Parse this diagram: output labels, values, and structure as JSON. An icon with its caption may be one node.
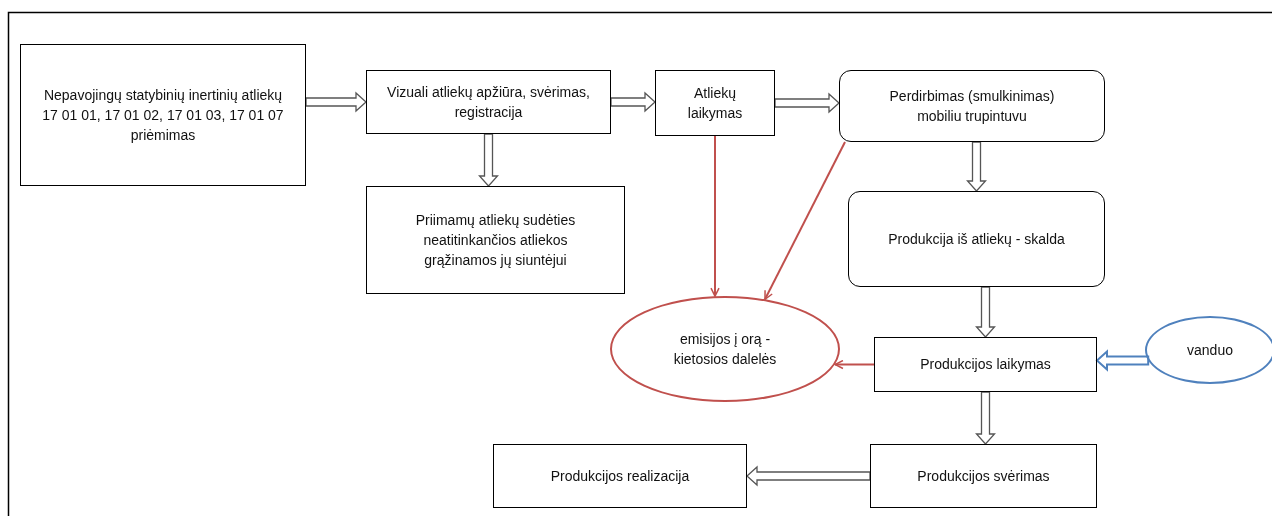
{
  "diagram": {
    "nodes": [
      {
        "text": [
          "Nepavojingų statybinių inertinių atliekų 17 01 01, 17 01 02, 17 01 03, 17 01 07 priėmimas"
        ]
      },
      {
        "text": [
          "Vizuali atliekų apžiūra, svėrimas, registracija"
        ]
      },
      {
        "text": [
          "Priimamų atliekų sudėties neatitinkančios atliekos grąžinamos jų siuntėjui"
        ]
      },
      {
        "text": [
          "Atliekų laikymas"
        ]
      },
      {
        "text": [
          "Perdirbimas (smulkinimas) mobiliu trupintuvu"
        ]
      },
      {
        "text": [
          "Produkcija iš atliekų - skalda"
        ]
      },
      {
        "text": [
          "emisijos į orą - kietosios dalelės"
        ]
      },
      {
        "text": [
          "Produkcijos laikymas"
        ]
      },
      {
        "text": [
          "vanduo"
        ]
      },
      {
        "text": [
          "Produkcijos svėrimas"
        ]
      },
      {
        "text": [
          "Produkcijos realizacija"
        ]
      }
    ],
    "edges": [
      {
        "from": 0,
        "to": 1,
        "arrow": "to",
        "style": "thick"
      },
      {
        "from": 1,
        "to": 3,
        "arrow": "to",
        "style": "thick"
      },
      {
        "from": 1,
        "to": 2,
        "arrow": "to",
        "style": "thick"
      },
      {
        "from": 3,
        "to": 4,
        "arrow": "to",
        "style": "thick"
      },
      {
        "from": 4,
        "to": 5,
        "arrow": "to",
        "style": "thick"
      },
      {
        "from": 3,
        "to": 6,
        "arrow": "to",
        "color": "#c0504d"
      },
      {
        "from": 4,
        "to": 6,
        "arrow": "to",
        "color": "#c0504d"
      },
      {
        "from": 5,
        "to": 7,
        "arrow": "to",
        "style": "thick"
      },
      {
        "from": 7,
        "to": 6,
        "arrow": "to",
        "color": "#c0504d"
      },
      {
        "from": 8,
        "to": 7,
        "arrow": "to",
        "style": "thick",
        "color": "#4f81bd"
      },
      {
        "from": 7,
        "to": 9,
        "arrow": "to",
        "style": "thick"
      },
      {
        "from": 9,
        "to": 10,
        "arrow": "to",
        "style": "thick"
      }
    ]
  }
}
